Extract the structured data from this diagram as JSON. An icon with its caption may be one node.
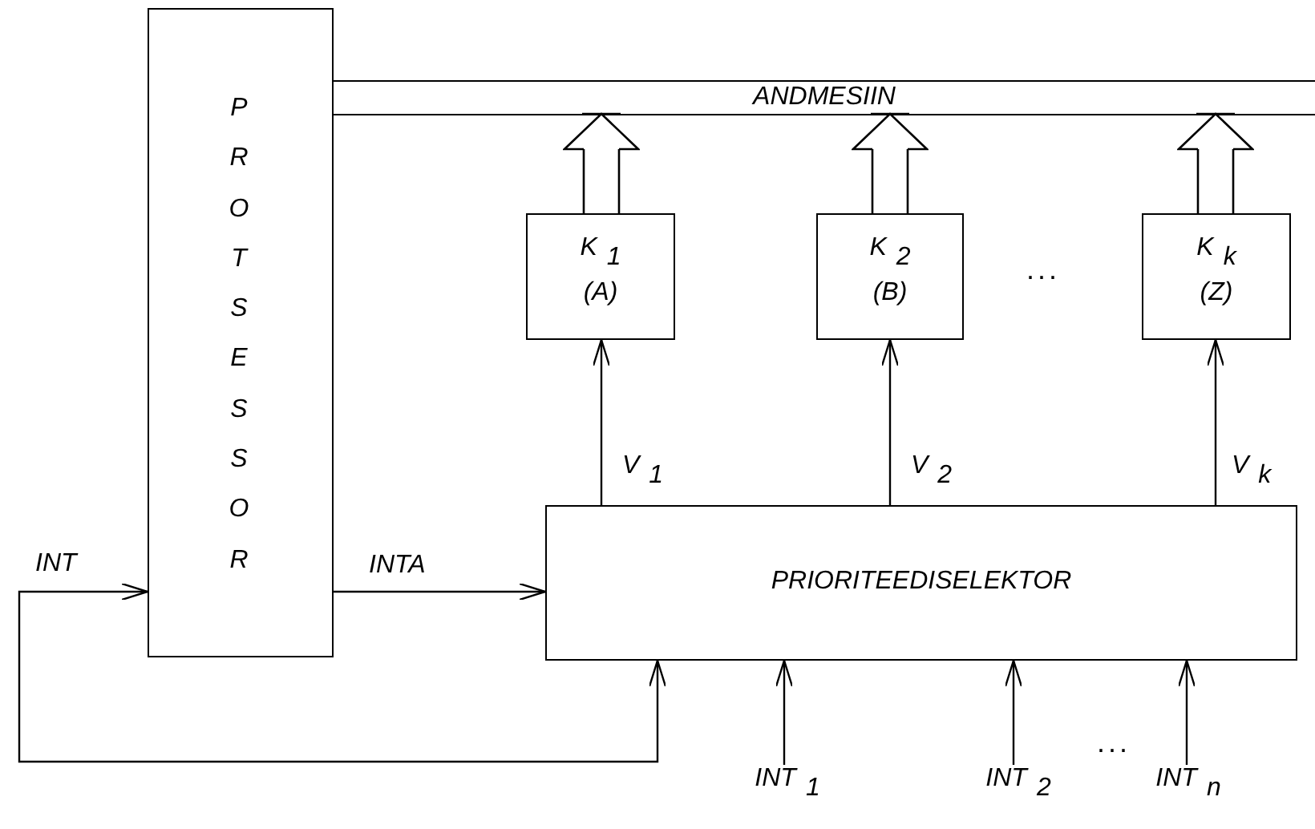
{
  "diagram": {
    "nodes": [
      {
        "text": [
          "PROTSESSOR"
        ]
      },
      {
        "text": [
          "ANDMESIIN"
        ]
      },
      {
        "text": [
          "K$_{1}$",
          "(A)"
        ]
      },
      {
        "text": [
          "K$_{2}$",
          "(B)"
        ]
      },
      {
        "text": [
          "K$_{k}$",
          "(Z)"
        ]
      },
      {
        "text": [
          "PRIORITEEDISELEKTOR"
        ]
      },
      {
        "text": [
          "INT$_{1}$"
        ]
      },
      {
        "text": [
          "INT$_{2}$"
        ]
      },
      {
        "text": [
          "INT$_{n}$"
        ]
      }
    ],
    "edges": [
      {
        "from": 2,
        "to": 1,
        "arrow": "to",
        "style": "thick"
      },
      {
        "from": 3,
        "to": 1,
        "arrow": "to",
        "style": "thick"
      },
      {
        "from": 4,
        "to": 1,
        "arrow": "to",
        "style": "thick"
      },
      {
        "from": 5,
        "to": 2,
        "arrow": "to",
        "label": "V$_{1}$"
      },
      {
        "from": 5,
        "to": 3,
        "arrow": "to",
        "label": "V$_{2}$"
      },
      {
        "from": 5,
        "to": 4,
        "arrow": "to",
        "label": "V$_{k}$"
      },
      {
        "from": 0,
        "to": 5,
        "arrow": "to",
        "label": "INTA"
      },
      {
        "from": 5,
        "to": 0,
        "arrow": "both",
        "label": "INT"
      },
      {
        "from": 6,
        "to": 5,
        "arrow": "to"
      },
      {
        "from": 7,
        "to": 5,
        "arrow": "to"
      },
      {
        "from": 8,
        "to": 5,
        "arrow": "to"
      }
    ],
    "labels": [
      "...",
      "..."
    ]
  }
}
